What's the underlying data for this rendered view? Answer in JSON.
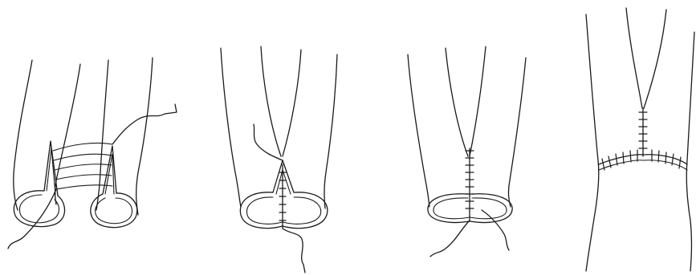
{
  "diagram": {
    "panels": [
      {
        "id": "panel-1",
        "stage": 1
      },
      {
        "id": "panel-2",
        "stage": 2
      },
      {
        "id": "panel-3",
        "stage": 3
      },
      {
        "id": "panel-4",
        "stage": 4
      }
    ],
    "stroke_color": "#1a1a1a",
    "background": "#ffffff"
  }
}
